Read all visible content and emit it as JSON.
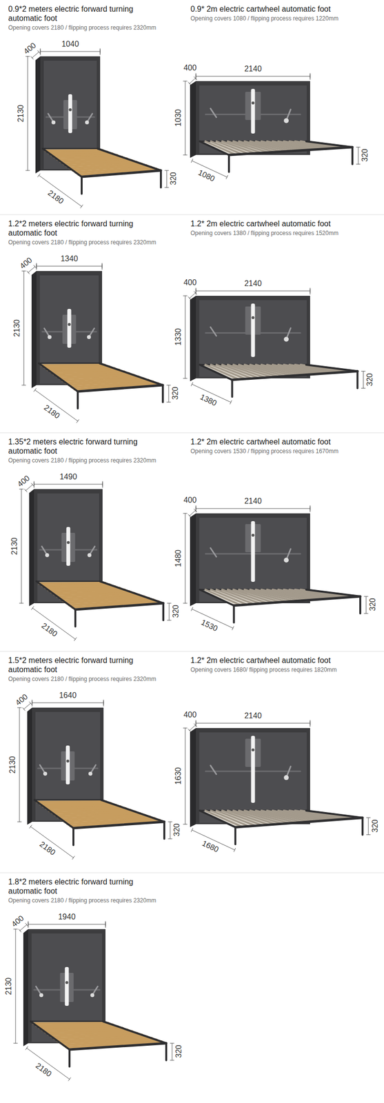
{
  "diagram": {
    "labels": [
      "0.9*2 meters electric forward turning automatic foot",
      "Opening covers 2180 / flipping process requires 2320mm",
      "400",
      "1040",
      "2130",
      "320",
      "2180",
      "0.9* 2m electric cartwheel automatic foot",
      "Opening covers 1080 / flipping process requires 1220mm",
      "400",
      "2140",
      "1030",
      "320",
      "1080",
      "1.2*2 meters electric forward turning automatic foot",
      "Opening covers 2180 / flipping process requires 2320mm",
      "400",
      "1340",
      "2130",
      "320",
      "2180",
      "1.2* 2m electric cartwheel automatic foot",
      "Opening covers 1380 / flipping process requires 1520mm",
      "400",
      "2140",
      "1330",
      "320",
      "1380",
      "1.35*2 meters electric forward turning automatic foot",
      "Opening covers 2180 / flipping process requires 2320mm",
      "400",
      "1490",
      "2130",
      "320",
      "2180",
      "1.2* 2m electric cartwheel automatic foot",
      "Opening covers 1530 / flipping process requires 1670mm",
      "400",
      "2140",
      "1480",
      "320",
      "1530",
      "1.5*2 meters electric forward turning automatic foot",
      "Opening covers 2180 / flipping process requires 2320mm",
      "400",
      "1640",
      "2130",
      "320",
      "2180",
      "1.2* 2m electric cartwheel automatic foot",
      "Opening covers 1680/ flipping process requires 1820mm",
      "400",
      "2140",
      "1630",
      "320",
      "1680",
      "1.8*2 meters electric forward turning automatic foot",
      "Opening covers 2180 / flipping process requires 2320mm",
      "400",
      "1940",
      "2130",
      "320",
      "2180"
    ]
  }
}
